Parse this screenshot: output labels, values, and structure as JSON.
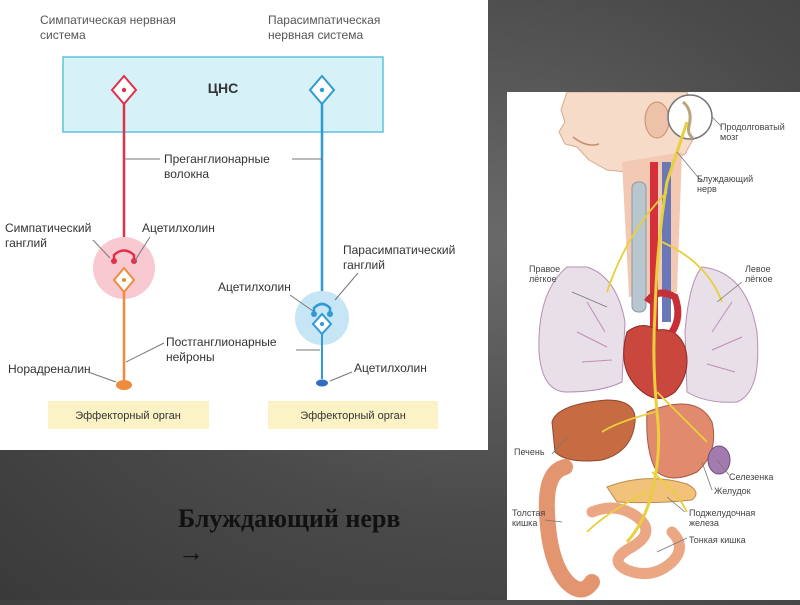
{
  "diagram": {
    "sympathetic_title_1": "Симпатическая нервная",
    "sympathetic_title_2": "система",
    "parasympathetic_title_1": "Парасимпатическая",
    "parasympathetic_title_2": "нервная система",
    "cns": "ЦНС",
    "preganglionic_1": "Преганглионарные",
    "preganglionic_2": "волокна",
    "symp_ganglion_1": "Симпатический",
    "symp_ganglion_2": "ганглий",
    "acetylcholine_symp": "Ацетилхолин",
    "para_ganglion_1": "Парасимпатический",
    "para_ganglion_2": "ганглий",
    "acetylcholine_para": "Ацетилхолин",
    "postganglionic_1": "Постганглионарные",
    "postganglionic_2": "нейроны",
    "noradrenaline": "Норадреналин",
    "acetylcholine_post": "Ацетилхолин",
    "effector_left": "Эффекторный орган",
    "effector_right": "Эффекторный орган",
    "colors": {
      "cns_fill": "#d6f1f7",
      "cns_border": "#5cc3d9",
      "sympathetic": "#e0304a",
      "sympathetic_post": "#f08a3c",
      "parasympathetic": "#2e9ad6",
      "effector_fill": "#fbf3c6",
      "symp_ganglion_halo": "#f9c9d2",
      "para_ganglion_halo": "#c6e6f5"
    }
  },
  "anatomy": {
    "medulla_1": "Продолговатый",
    "medulla_2": "мозг",
    "vagus_1": "Блуждающий",
    "vagus_2": "нерв",
    "right_lung_1": "Правое",
    "right_lung_2": "лёгкое",
    "left_lung_1": "Левое",
    "left_lung_2": "лёгкое",
    "liver": "Печень",
    "spleen": "Селезенка",
    "stomach": "Желудок",
    "colon_1": "Толстая",
    "colon_2": "кишка",
    "pancreas_1": "Поджелудочная",
    "pancreas_2": "железа",
    "small_intestine": "Тонкая кишка"
  },
  "caption": {
    "line1": "Блуждающий нерв",
    "line2": "→"
  }
}
